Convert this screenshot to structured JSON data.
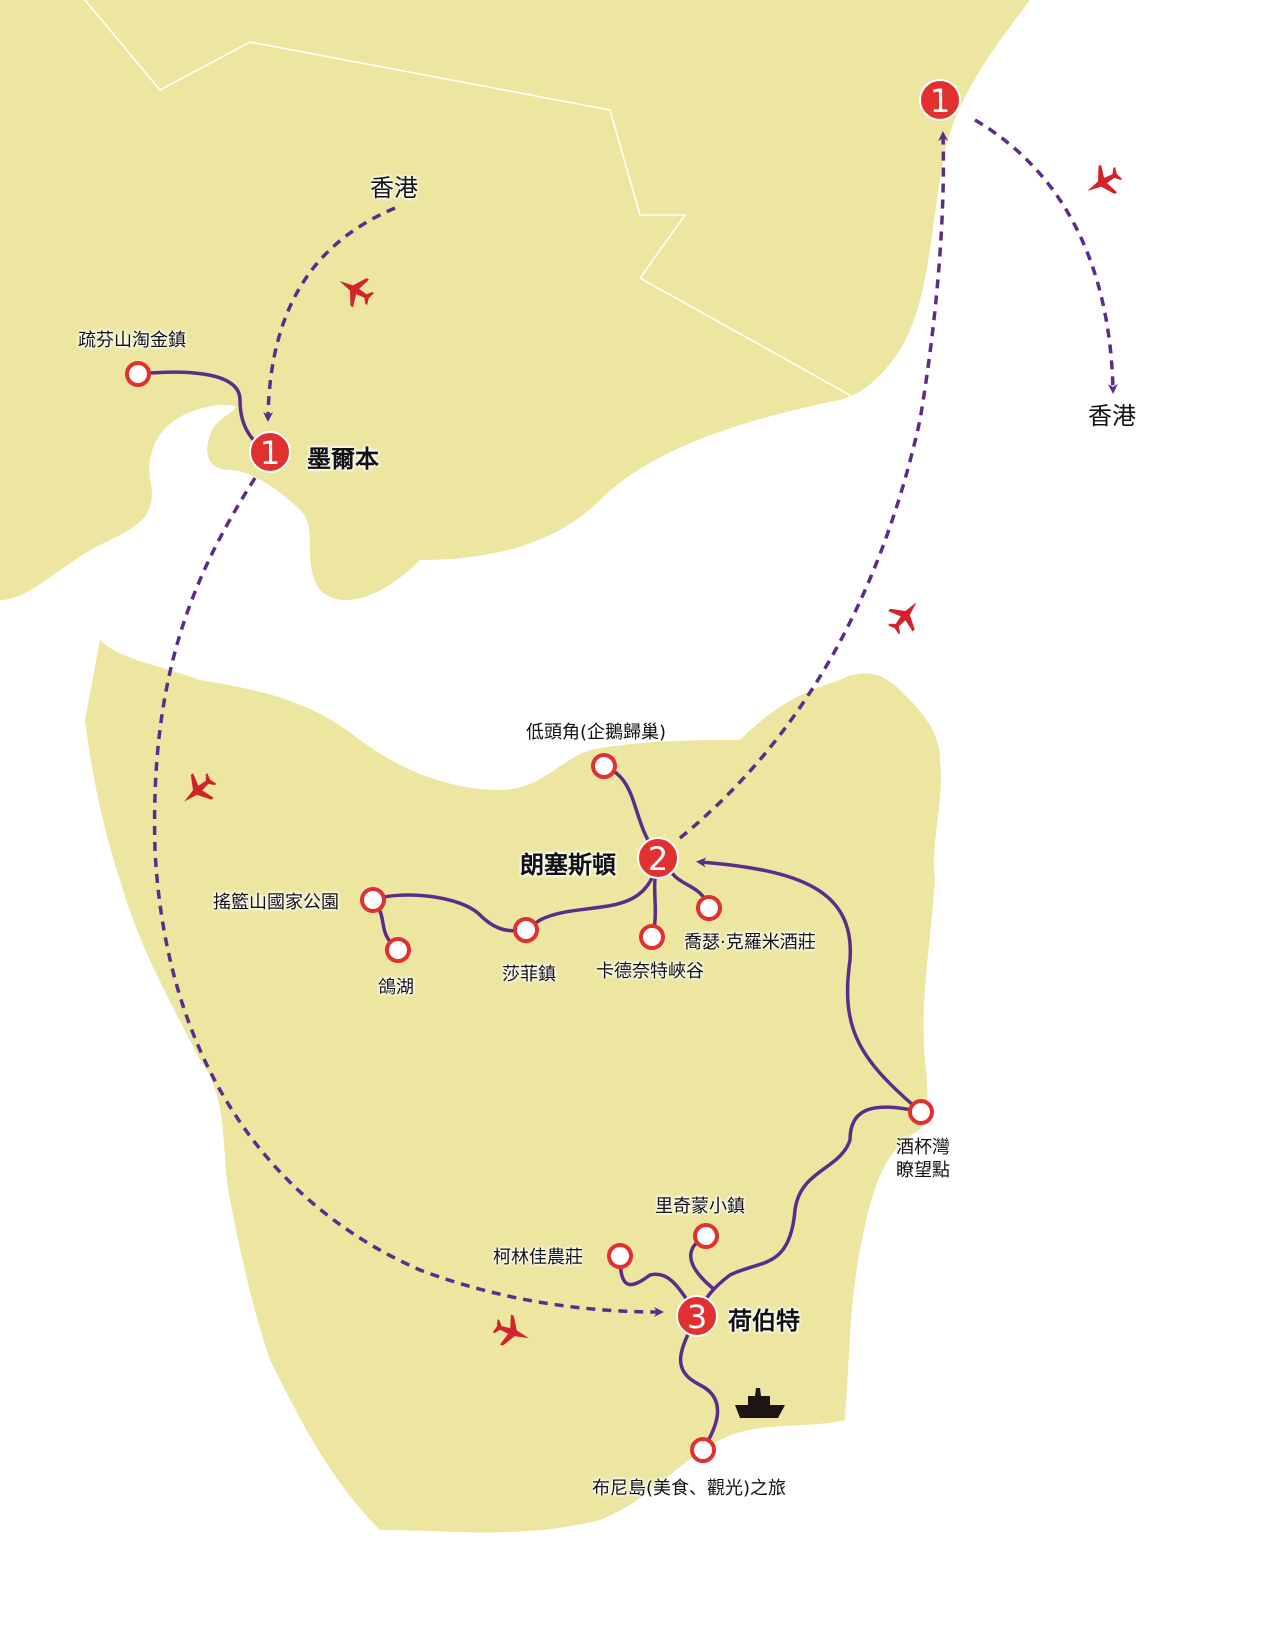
{
  "colors": {
    "land": "#ede6a1",
    "route": "#5a2d8a",
    "marker": "#e03030",
    "plane": "#d2232a",
    "ship": "#1d1514"
  },
  "hubs": [
    {
      "num": "1",
      "name": "墨爾本"
    },
    {
      "num": "2",
      "name": "朗塞斯頓"
    },
    {
      "num": "3",
      "name": "荷伯特"
    },
    {
      "num": "1"
    }
  ],
  "origin_label": "香港",
  "return_label": "香港",
  "stops": {
    "sovereign_hill": "疏芬山淘金鎮",
    "low_head": "低頭角(企鵝歸巢)",
    "cradle_mountain": "搖籃山國家公園",
    "dove_lake": "鴿湖",
    "sheffield": "莎菲鎮",
    "cataract_gorge": "卡德奈特峽谷",
    "josef_chromy": "喬瑟·克羅米酒莊",
    "wineglass_bay": [
      "酒杯灣",
      "瞭望點"
    ],
    "richmond": "里奇蒙小鎮",
    "coal_river_farm": "柯林佳農莊",
    "bruny_island": "布尼島(美食、觀光)之旅"
  },
  "icons": [
    "plane-icon",
    "ship-icon"
  ]
}
